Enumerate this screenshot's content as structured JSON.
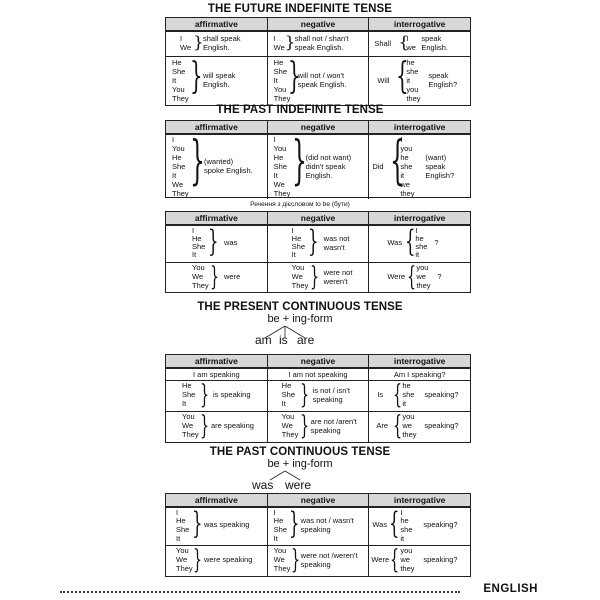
{
  "headers": {
    "aff": "affirmative",
    "neg": "negative",
    "int": "interrogative"
  },
  "future": {
    "title": "THE FUTURE INDEFINITE TENSE",
    "r1": {
      "aff_subj": [
        "I",
        "We"
      ],
      "aff_text": [
        "shall speak",
        "English."
      ],
      "neg_subj": [
        "I",
        "We"
      ],
      "neg_text": [
        "shall not / shan't",
        "speak English."
      ],
      "int_aux": "Shall",
      "int_subj": [
        "I",
        "we"
      ],
      "int_text": [
        "speak",
        "English."
      ]
    },
    "r2": {
      "aff_subj": [
        "He",
        "She",
        "It",
        "You",
        "They"
      ],
      "aff_text": [
        "will speak",
        "English."
      ],
      "neg_subj": [
        "He",
        "She",
        "It",
        "You",
        "They"
      ],
      "neg_text": [
        "will not / won't",
        "speak English."
      ],
      "int_aux": "Will",
      "int_subj": [
        "he",
        "she",
        "it",
        "you",
        "they"
      ],
      "int_text": [
        "speak",
        "English?"
      ]
    }
  },
  "past": {
    "title": "THE PAST INDEFINITE TENSE",
    "r1": {
      "aff_subj": [
        "I",
        "You",
        "He",
        "She",
        "It",
        "We",
        "They"
      ],
      "aff_text": [
        "(wanted)",
        "spoke English."
      ],
      "neg_subj": [
        "I",
        "You",
        "He",
        "She",
        "It",
        "We",
        "They"
      ],
      "neg_text": [
        "(did not want)",
        "didn't speak",
        "English."
      ],
      "int_aux": "Did",
      "int_subj": [
        "I",
        "you",
        "he",
        "she",
        "it",
        "we",
        "they"
      ],
      "int_text": [
        "(want)",
        "speak",
        "English?"
      ]
    },
    "subtitle": "Речення з дієсловом to be (бути)",
    "be1": {
      "aff_subj": [
        "I",
        "He",
        "She",
        "It"
      ],
      "aff_text": "was",
      "neg_subj": [
        "I",
        "He",
        "She",
        "It"
      ],
      "neg_text": [
        "was not",
        "wasn't"
      ],
      "int_aux": "Was",
      "int_subj": [
        "I",
        "he",
        "she",
        "it"
      ],
      "int_text": "?"
    },
    "be2": {
      "aff_subj": [
        "You",
        "We",
        "They"
      ],
      "aff_text": "were",
      "neg_subj": [
        "You",
        "We",
        "They"
      ],
      "neg_text": [
        "were not",
        "weren't"
      ],
      "int_aux": "Were",
      "int_subj": [
        "you",
        "we",
        "they"
      ],
      "int_text": "?"
    }
  },
  "present_cont": {
    "title": "THE PRESENT CONTINUOUS TENSE",
    "formula": "be + ing-form",
    "forms": [
      "am",
      "is",
      "are"
    ],
    "r0": {
      "aff": "I am speaking",
      "neg": "I am not speaking",
      "int": "Am I speaking?"
    },
    "r1": {
      "aff_subj": [
        "He",
        "She",
        "It"
      ],
      "aff_text": "is speaking",
      "neg_subj": [
        "He",
        "She",
        "It"
      ],
      "neg_text": [
        "is not / isn't",
        "speaking"
      ],
      "int_aux": "Is",
      "int_subj": [
        "he",
        "she",
        "it"
      ],
      "int_text": "speaking?"
    },
    "r2": {
      "aff_subj": [
        "You",
        "We",
        "They"
      ],
      "aff_text": "are speaking",
      "neg_subj": [
        "You",
        "We",
        "They"
      ],
      "neg_text": [
        "are not /aren't",
        "speaking"
      ],
      "int_aux": "Are",
      "int_subj": [
        "you",
        "we",
        "they"
      ],
      "int_text": "speaking?"
    }
  },
  "past_cont": {
    "title": "THE PAST CONTINUOUS TENSE",
    "formula": "be + ing-form",
    "forms": [
      "was",
      "were"
    ],
    "r1": {
      "aff_subj": [
        "I",
        "He",
        "She",
        "It"
      ],
      "aff_text": "was speaking",
      "neg_subj": [
        "I",
        "He",
        "She",
        "It"
      ],
      "neg_text": [
        "was not / wasn't",
        "speaking"
      ],
      "int_aux": "Was",
      "int_subj": [
        "I",
        "he",
        "she",
        "it"
      ],
      "int_text": "speaking?"
    },
    "r2": {
      "aff_subj": [
        "You",
        "We",
        "They"
      ],
      "aff_text": "were speaking",
      "neg_subj": [
        "You",
        "We",
        "They"
      ],
      "neg_text": [
        "were not /weren't",
        "speaking"
      ],
      "int_aux": "Were",
      "int_subj": [
        "you",
        "we",
        "they"
      ],
      "int_text": "speaking?"
    }
  },
  "footer": {
    "label": "ENGLISH"
  }
}
